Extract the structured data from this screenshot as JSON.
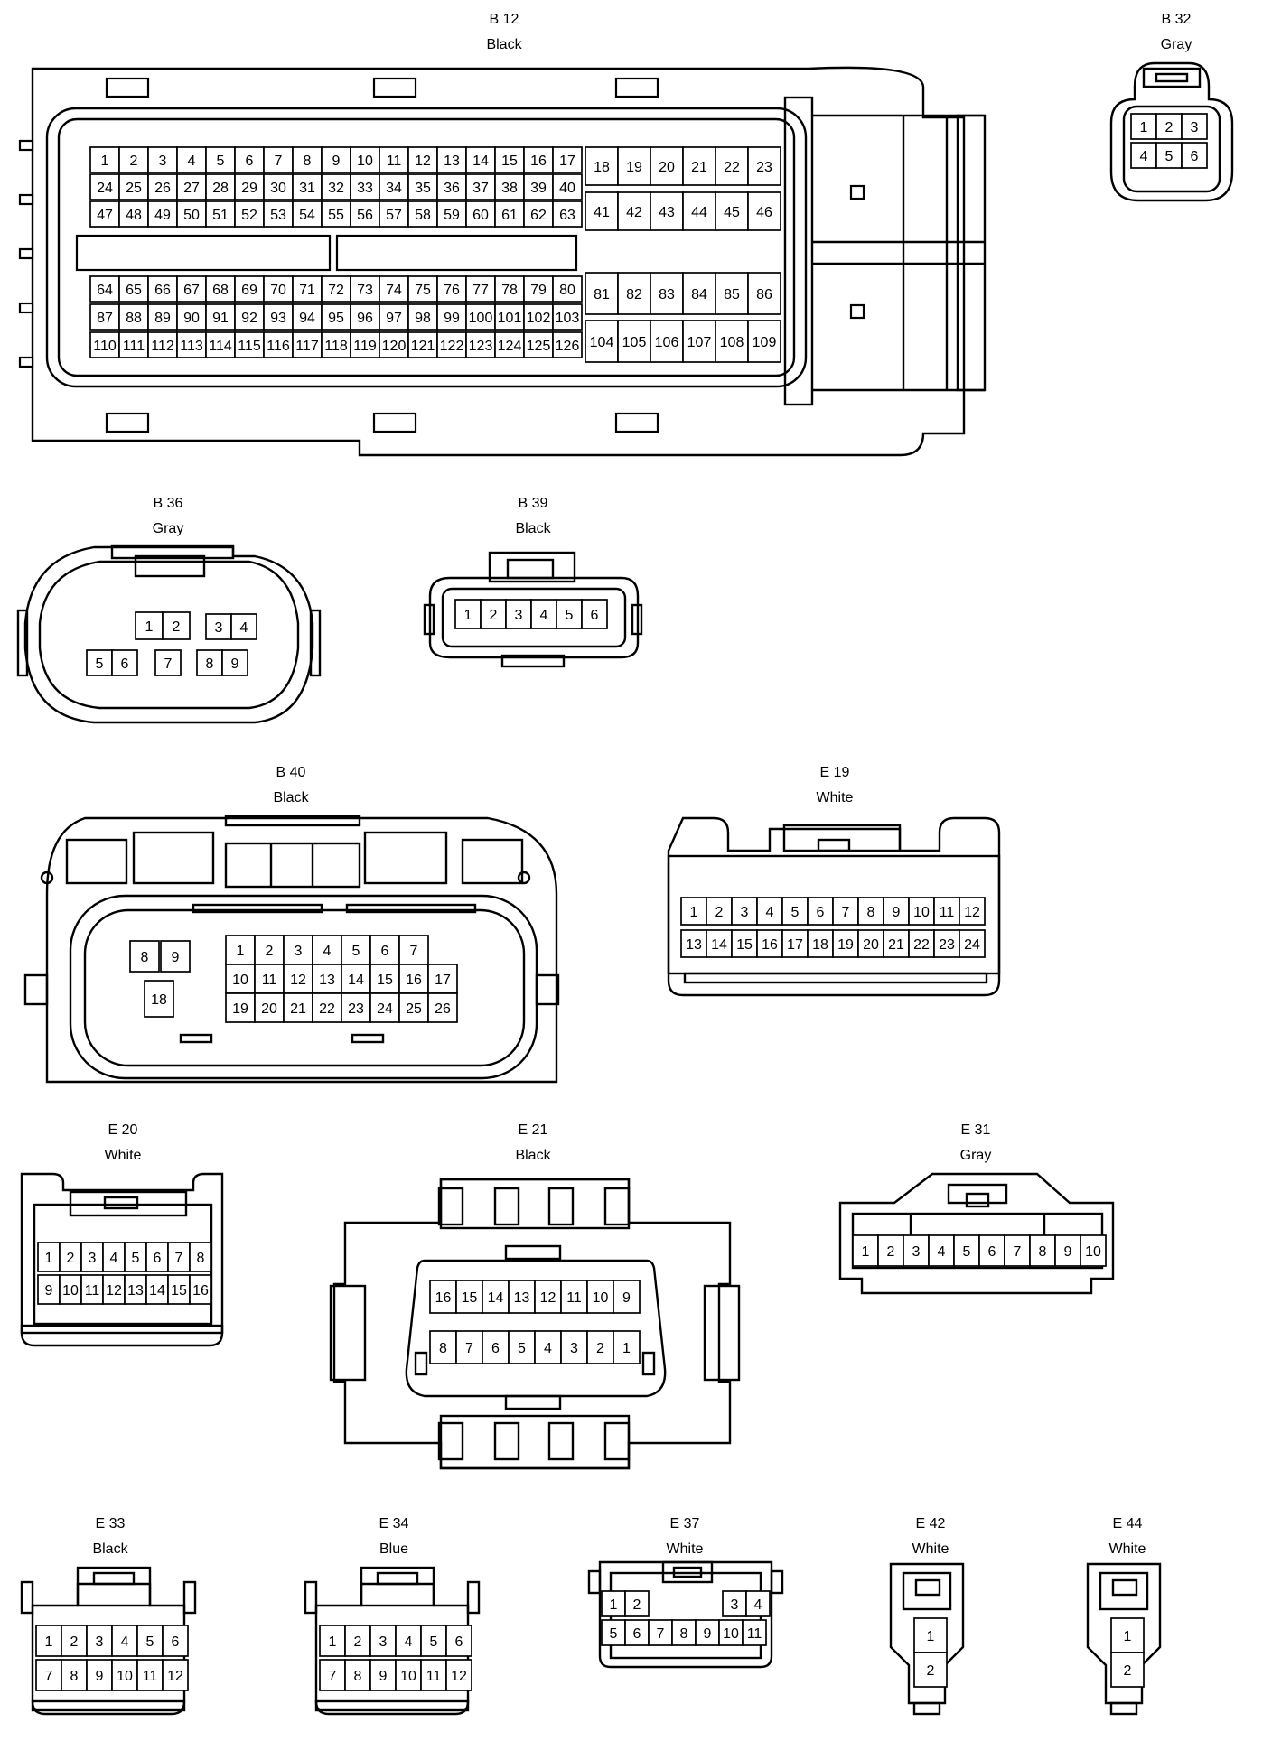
{
  "connectors": [
    {
      "id": "B12",
      "code": "B 12",
      "color": "Black"
    },
    {
      "id": "B32",
      "code": "B 32",
      "color": "Gray"
    },
    {
      "id": "B36",
      "code": "B 36",
      "color": "Gray"
    },
    {
      "id": "B39",
      "code": "B 39",
      "color": "Black"
    },
    {
      "id": "B40",
      "code": "B 40",
      "color": "Black"
    },
    {
      "id": "E19",
      "code": "E 19",
      "color": "White"
    },
    {
      "id": "E20",
      "code": "E 20",
      "color": "White"
    },
    {
      "id": "E21",
      "code": "E 21",
      "color": "Black"
    },
    {
      "id": "E31",
      "code": "E 31",
      "color": "Gray"
    },
    {
      "id": "E33",
      "code": "E 33",
      "color": "Black"
    },
    {
      "id": "E34",
      "code": "E 34",
      "color": "Blue"
    },
    {
      "id": "E37",
      "code": "E 37",
      "color": "White"
    },
    {
      "id": "E42",
      "code": "E 42",
      "color": "White"
    },
    {
      "id": "E44",
      "code": "E 44",
      "color": "White"
    }
  ]
}
